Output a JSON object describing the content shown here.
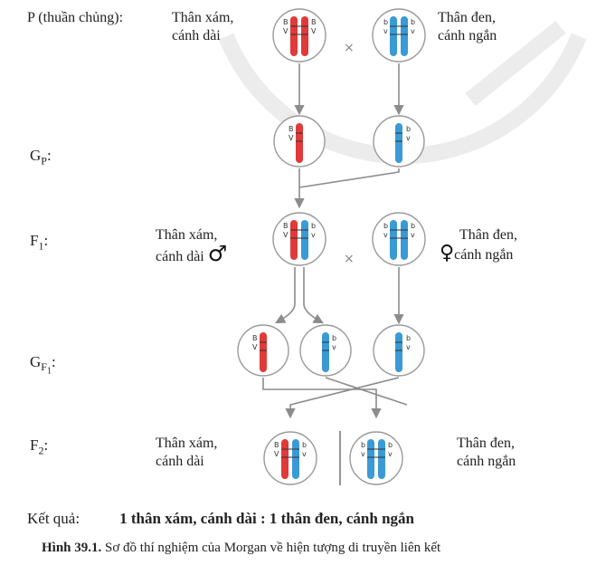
{
  "labels": {
    "p": "P (thuần chủng):",
    "gp_main": "G",
    "gp_sub": "P",
    "f1_main": "F",
    "f1_sub": "1",
    "gf1_main": "G",
    "gf1_sub": "F",
    "gf1_subsub": "1",
    "f2_main": "F",
    "f2_sub": "2",
    "colon": ":"
  },
  "phenotypes": {
    "gray_body": "Thân xám,",
    "long_wing": "cánh dài",
    "black_body": "Thân đen,",
    "short_wing": "cánh ngắn",
    "black_body_f2": "Thân đen,",
    "short_wing_f2": "cánh ngắn"
  },
  "symbols": {
    "cross": "×",
    "male": "♂",
    "female": "♀"
  },
  "alleles": {
    "gray": "B",
    "black": "b",
    "long": "V",
    "short": "v"
  },
  "colors": {
    "red": "#e03a3a",
    "blue": "#3a9ad6",
    "circle": "#9a9a9a",
    "arrow": "#8c8c8c",
    "watermark": "#ececec"
  },
  "result": {
    "label": "Kết quả:",
    "value": "1 thân xám, cánh dài : 1 thân đen, cánh ngắn"
  },
  "caption": {
    "lead": "Hình 39.1.",
    "text": " Sơ đồ thí nghiệm của Morgan về hiện tượng di truyền liên kết"
  }
}
